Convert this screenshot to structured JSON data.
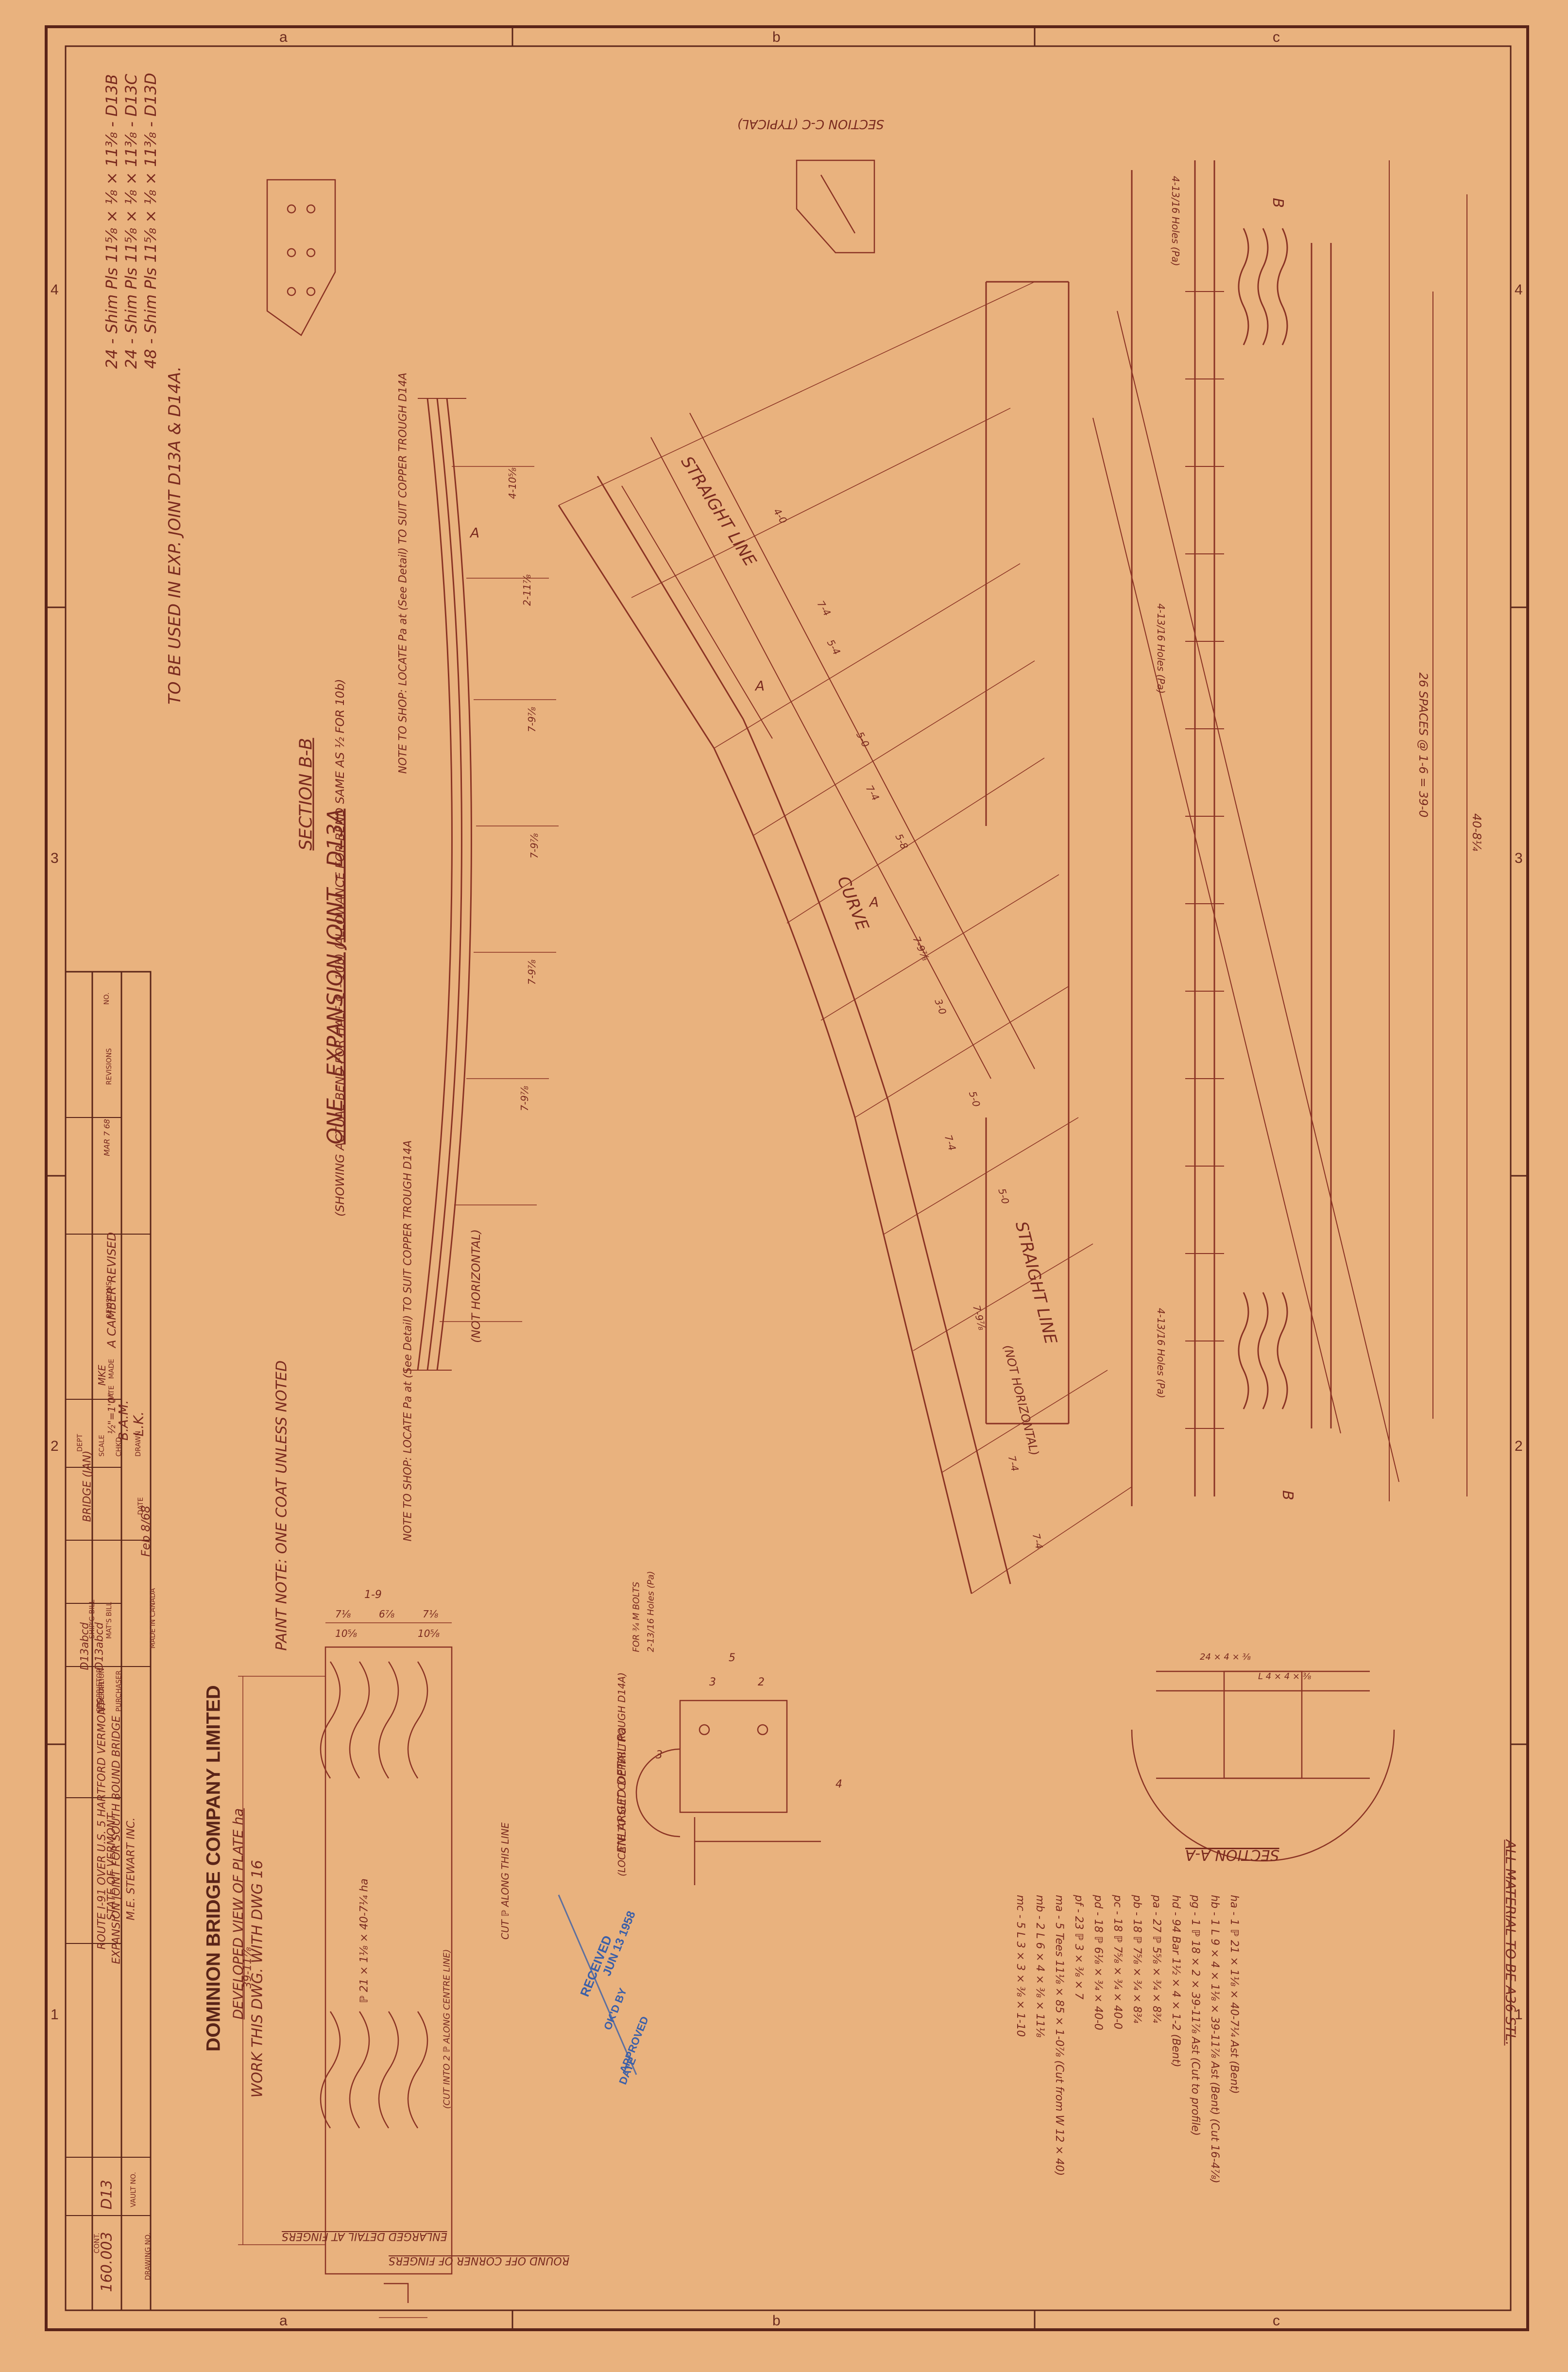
{
  "colors": {
    "paper": "#e9b27e",
    "ink": "#7a2a1f",
    "stamp": "#3b5fa8"
  },
  "zones": {
    "top": [
      "a",
      "b",
      "c"
    ],
    "bottom": [
      "a",
      "b",
      "c"
    ],
    "left": [
      "4",
      "3",
      "2",
      "1"
    ],
    "right": [
      "4",
      "3",
      "2",
      "1"
    ]
  },
  "shim_notes": {
    "lines": [
      "24 - Shim Pls 11⅝ × ⅛ × 11⅜ - D13B",
      "24 - Shim Pls 11⅝ × ⅛ × 11⅜ - D13C",
      "48 - Shim Pls 11⅝ × ⅛ × 11⅜ - D13D"
    ],
    "note": "TO BE USED IN EXP. JOINT D13A & D14A."
  },
  "drawing_title": "ONE - EXPANSION JOINT - D13A",
  "section_bb": {
    "title": "SECTION B-B",
    "subtitle": "(SHOWING ACTUAL BEND FOR HALF ℄ - 10b) (ALLOWANCE FOR BEND SAME AS ½ FOR 10b)"
  },
  "shop_notes": [
    "NOTE TO SHOP: LOCATE Pa at (See Detail) TO SUIT COPPER TROUGH D14A",
    "NOTE TO SHOP: LOCATE Pa at (See Detail) TO SUIT COPPER TROUGH D14A"
  ],
  "paint_note": "PAINT NOTE: ONE COAT UNLESS NOTED",
  "work_note": "WORK THIS DWG. WITH DWG 16",
  "section_cc": "SECTION C-C (TYPICAL)",
  "section_aa": "SECTION A-A",
  "material_note": "ALL MATERIAL TO BE A36 STL.",
  "materials": [
    "ha - 1 ℙ 21 × 1⅛ × 40-7¼ Ast (Bent)",
    "hb - 1 L 9 × 4 × 1⅛ × 39-11⅞ Ast (Bent) (Cut 16-4⅞)",
    "pg - 1 ℙ 18 × 2 × 39-11⅞ Ast (Cut to profile)",
    "hd - 94 Bar 1½ × 4 × 1-2 (Bent)",
    "pa - 27 ℙ 5⅝ × ¾ × 8¾",
    "pb - 18 ℙ 7⅝ × ¾ × 8¾",
    "pc - 18 ℙ 7⅝ × ¾ × 40-0",
    "pd - 18 ℙ 6⅛ × ¾ × 40-0",
    "pf - 23 ℙ 3 × ⅜ × 7",
    "ma - 5 Tees 11⅛ × 85 × 1-0⅞ (Cut from W 12 × 40)",
    "mb - 2 L 6 × 4 × ⅜ × 11⅛",
    "mc - 5 L 3 × 3 × ⅜ × 1-10"
  ],
  "angles": [
    "24 × 4 × ⅜",
    "L 4 × 4 × ⅜"
  ],
  "dims": {
    "straight_line": "STRAIGHT LINE",
    "curve": "CURVE",
    "not_horizontal": "(NOT HORIZONTAL)",
    "spaces": "26 SPACES @ 1-6 = 39-0",
    "overall": "40-8¼",
    "row": [
      "7-4",
      "7-4",
      "7-9⅞",
      "7-4",
      "7-9⅞",
      "7-4",
      "7-4"
    ],
    "row2": [
      "4-0",
      "5-4",
      "5-0",
      "5-8",
      "3-0",
      "5-0",
      "5-0"
    ],
    "holes": [
      "4-13/16 Holes (Pa)",
      "4-13/16 Holes (Pa)",
      "4-13/16 Holes (Pa)"
    ],
    "bb_row": [
      "4-10⅝",
      "2-11⅞",
      "7-9⅞",
      "7-9⅞",
      "7-9⅞",
      "7-9⅞"
    ]
  },
  "developed": {
    "title": "DEVELOPED VIEW OF PLATE ha",
    "width": "1-9",
    "length": "39-11⅞",
    "plate": "ℙ 21 × 1⅛ × 40-7¼ ha",
    "dims": [
      "7⅛",
      "6⅞",
      "7⅛",
      "10⅝",
      "10⅝"
    ],
    "cut_note": "CUT ℙ ALONG THIS LINE",
    "cut_fingers": "(CUT INTO 2 ℙ ALONG CENTRE LINE)"
  },
  "enlarged_fingers": {
    "title": "ENLARGED DETAIL AT FINGERS",
    "note": "ROUND OFF CORNER OF FINGERS"
  },
  "enlarged_pa": {
    "title": "ENLARGED DETAIL Pa",
    "note": "(LOCATE TO SUIT COPPER TROUGH D14A)",
    "dims": [
      "5",
      "3",
      "2",
      "3",
      "4"
    ],
    "hole": "FOR ¾ M BOLTS",
    "hole2": "2-13/16 Holes (Pa)"
  },
  "stamp": {
    "received": "RECEIVED",
    "date": "JUN 13 1958",
    "ok": "OK'D BY",
    "approved": "APPROVED",
    "date2": "DATE"
  },
  "title_block": {
    "company": "DOMINION BRIDGE COMPANY LIMITED",
    "description_label": "DESCRIPTION",
    "description": "ROUTE I-91 OVER U.S. 5 HARTFORD VERMONT",
    "detail_label": "DETAIL",
    "detail": "EXPANSION JOINT FOR SOUTH BOUND BRIDGE",
    "proprietor_label": "PROPRIETOR",
    "proprietor": "STATE OF VERMONT",
    "purchaser_label": "PURCHASER",
    "purchaser": "M.E. STEWART INC.",
    "contract_label": "CONT.",
    "contract": "160.003",
    "drawing_no_label": "DRAWING NO.",
    "drawing_no": "D13",
    "vault_label": "VAULT NO.",
    "drawn_label": "DRAWN",
    "drawn": "L.K.",
    "checked_label": "CHKD",
    "checked": "B.A.M.",
    "date_label": "DATE",
    "date": "Feb 8/68",
    "scale_label": "SCALE",
    "scale": "½\"=1'0\"",
    "made_in": "MADE IN CANADA",
    "dept_label": "DEPT",
    "dept": "BRIDGE (JAN)",
    "mats_label": "MAT'S BILL",
    "mats": "D13abcd",
    "shipb_label": "SHIP'G BILL",
    "shipb": "D13abcd",
    "rev_no": "NO.",
    "revisions": "REVISIONS",
    "rev_entry": "A CAMBER REVISED",
    "rev_date_label": "DATE",
    "rev_date": "MAR 7 68",
    "rev_made": "MADE",
    "rev_by": "MKE"
  },
  "section_b_marks": [
    "B",
    "B"
  ],
  "revision_marks": [
    "A",
    "A",
    "A"
  ]
}
